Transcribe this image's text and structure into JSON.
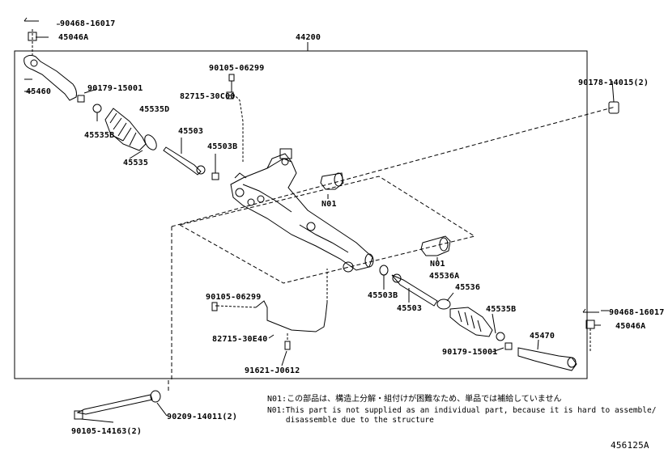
{
  "assembly": "44200",
  "parts": {
    "p_90468_top": "90468-16017",
    "p_45046a_top": "45046A",
    "p_45460": "45460",
    "p_90179_left": "90179-15001",
    "p_45535d": "45535D",
    "p_45535b_left": "45535B",
    "p_45503": "45503",
    "p_45535": "45535",
    "p_45503b_left": "45503B",
    "p_90105_top": "90105-06299",
    "p_82715_30c00": "82715-30C00",
    "p_n01_upper": "N01",
    "p_90178": "90178-14015(2)",
    "p_n01_lower": "N01",
    "p_45536a": "45536A",
    "p_45536": "45536",
    "p_45503b_right": "45503B",
    "p_45503_right": "45503",
    "p_45535b_right": "45535B",
    "p_90468_right": "90468-16017",
    "p_45046a_right": "45046A",
    "p_45470": "45470",
    "p_90179_right": "90179-15001",
    "p_90105_mid": "90105-06299",
    "p_82715_30e40": "82715-30E40",
    "p_91621": "91621-J0612",
    "p_90105_14163": "90105-14163(2)",
    "p_90209": "90209-14011(2)"
  },
  "notes": {
    "jp": "N01:この部品は、構造上分解・組付けが困難なため、単品では補給していません",
    "en_line1": "N01:This part is not supplied as an individual part, because it is hard to assemble/",
    "en_line2": "    disassemble due to the structure"
  },
  "figure_id": "456125A"
}
